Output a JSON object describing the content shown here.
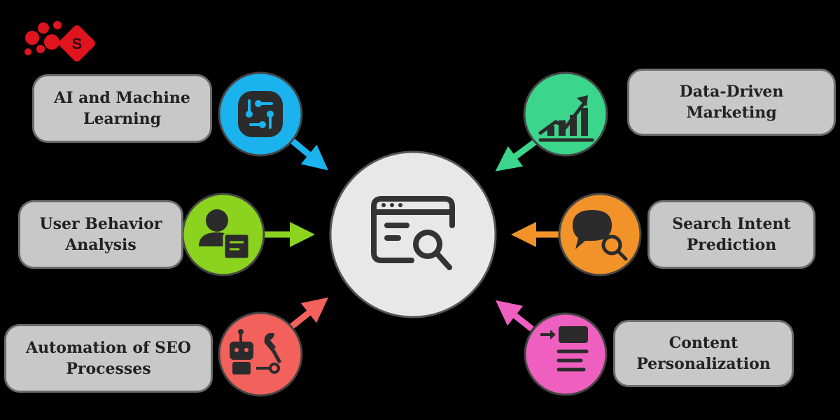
{
  "logo": {
    "letter": "S",
    "color": "#e0141e"
  },
  "center": {
    "icon": "browser-search-icon",
    "fill": "#e8e8e8"
  },
  "nodes": [
    {
      "id": "ai",
      "label": "AI and Machine\nLearning",
      "icon": "brain-circuit-icon",
      "color": "#1ab3ee"
    },
    {
      "id": "ub",
      "label": "User Behavior\nAnalysis",
      "icon": "user-document-icon",
      "color": "#8bd31f"
    },
    {
      "id": "auto",
      "label": "Automation of SEO\nProcesses",
      "icon": "robot-wrench-icon",
      "color": "#f2615c"
    },
    {
      "id": "ddm",
      "label": "Data-Driven\nMarketing",
      "icon": "growth-chart-icon",
      "color": "#3bd58b"
    },
    {
      "id": "sip",
      "label": "Search Intent\nPrediction",
      "icon": "chat-search-icon",
      "color": "#f2932a"
    },
    {
      "id": "cp",
      "label": "Content\nPersonalization",
      "icon": "content-layout-icon",
      "color": "#ee5fbf"
    }
  ]
}
